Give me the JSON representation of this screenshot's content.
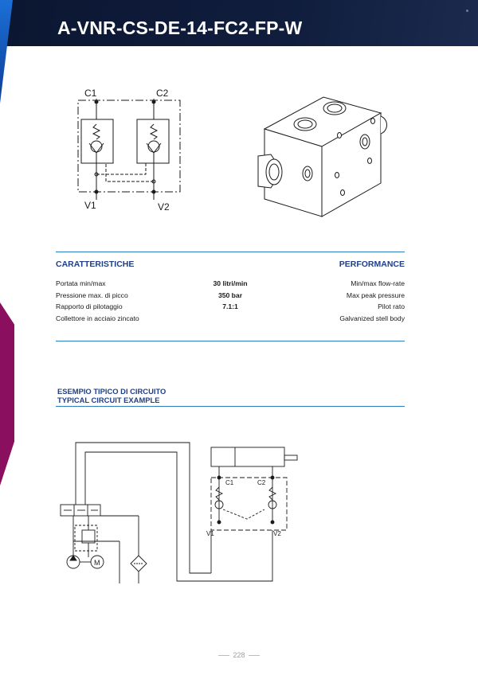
{
  "header": {
    "title": "A-VNR-CS-DE-14-FC2-FP-W"
  },
  "schematic": {
    "ports": {
      "c1": "C1",
      "c2": "C2",
      "v1": "V1",
      "v2": "V2"
    }
  },
  "characteristics": {
    "heading_it": "CARATTERISTICHE",
    "heading_en": "PERFORMANCE",
    "rows": [
      {
        "it": "Portata min/max",
        "value": "30 litri/min",
        "en": "Min/max flow-rate"
      },
      {
        "it": "Pressione max. di picco",
        "value": "350 bar",
        "en": "Max peak pressure"
      },
      {
        "it": "Rapporto di pilotaggio",
        "value": "7.1:1",
        "en": "Pilot rato"
      },
      {
        "it": "Collettore in acciaio zincato",
        "value": "",
        "en": "Galvanized stell body"
      }
    ]
  },
  "example": {
    "title_it": "ESEMPIO TIPICO DI CIRCUITO",
    "title_en": "TYPICAL CIRCUIT EXAMPLE",
    "labels": {
      "c1": "C1",
      "c2": "C2",
      "v1": "V1",
      "v2": "V2",
      "motor": "M"
    }
  },
  "footer": {
    "page": "228"
  }
}
